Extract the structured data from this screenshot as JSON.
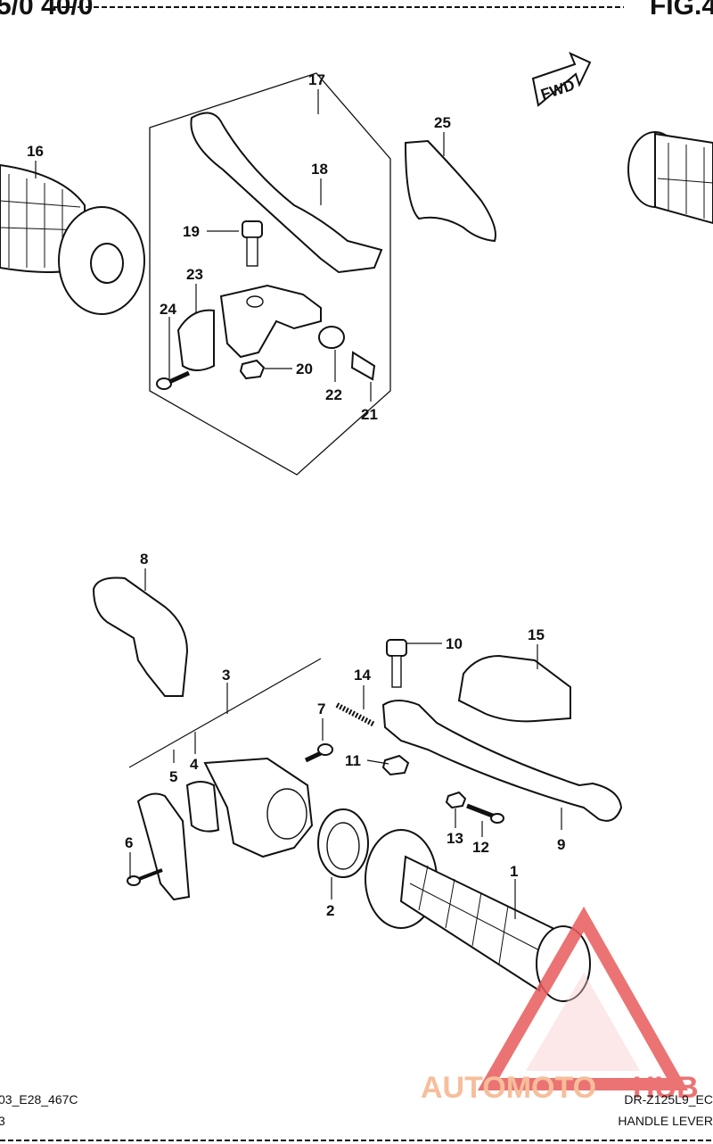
{
  "header": {
    "left_fragment": "5/0 40/0",
    "right_fragment": "FIG.4"
  },
  "fwd_label": "FWD",
  "callouts": [
    "1",
    "2",
    "3",
    "4",
    "5",
    "6",
    "7",
    "8",
    "9",
    "10",
    "11",
    "12",
    "13",
    "14",
    "15",
    "16",
    "17",
    "18",
    "19",
    "20",
    "21",
    "22",
    "23",
    "24",
    "25"
  ],
  "footer": {
    "left_code": "03_E28_467C",
    "left_sub": "3",
    "right_model": "DR-Z125L9_EC",
    "right_title": "HANDLE LEVER"
  },
  "watermark": {
    "part1": "AUTOMOTO",
    "part2": "HUB",
    "color1": "#f5b38a",
    "color2": "#e85b5b"
  }
}
